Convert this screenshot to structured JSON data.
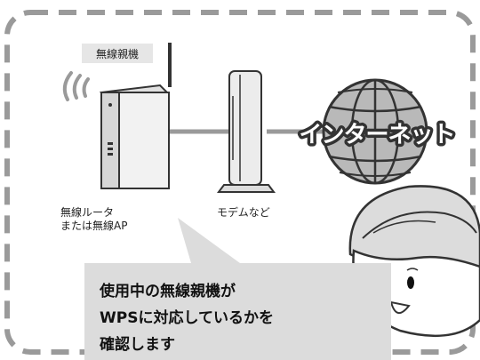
{
  "labels": {
    "ap_tag": "無線親機",
    "router_line1": "無線ルータ",
    "router_line2": "または無線AP",
    "modem": "モデムなど",
    "internet": "インターネット"
  },
  "callout": {
    "line1": "使用中の無線親機が",
    "line2": "WPSに対応しているかを",
    "line3": "確認します"
  },
  "colors": {
    "frame": "#9a9a9a",
    "cable": "#9a9a9a",
    "callout_bg": "#dcdcdc",
    "tag_bg": "#e6e6e6",
    "face": "#ffffff"
  }
}
